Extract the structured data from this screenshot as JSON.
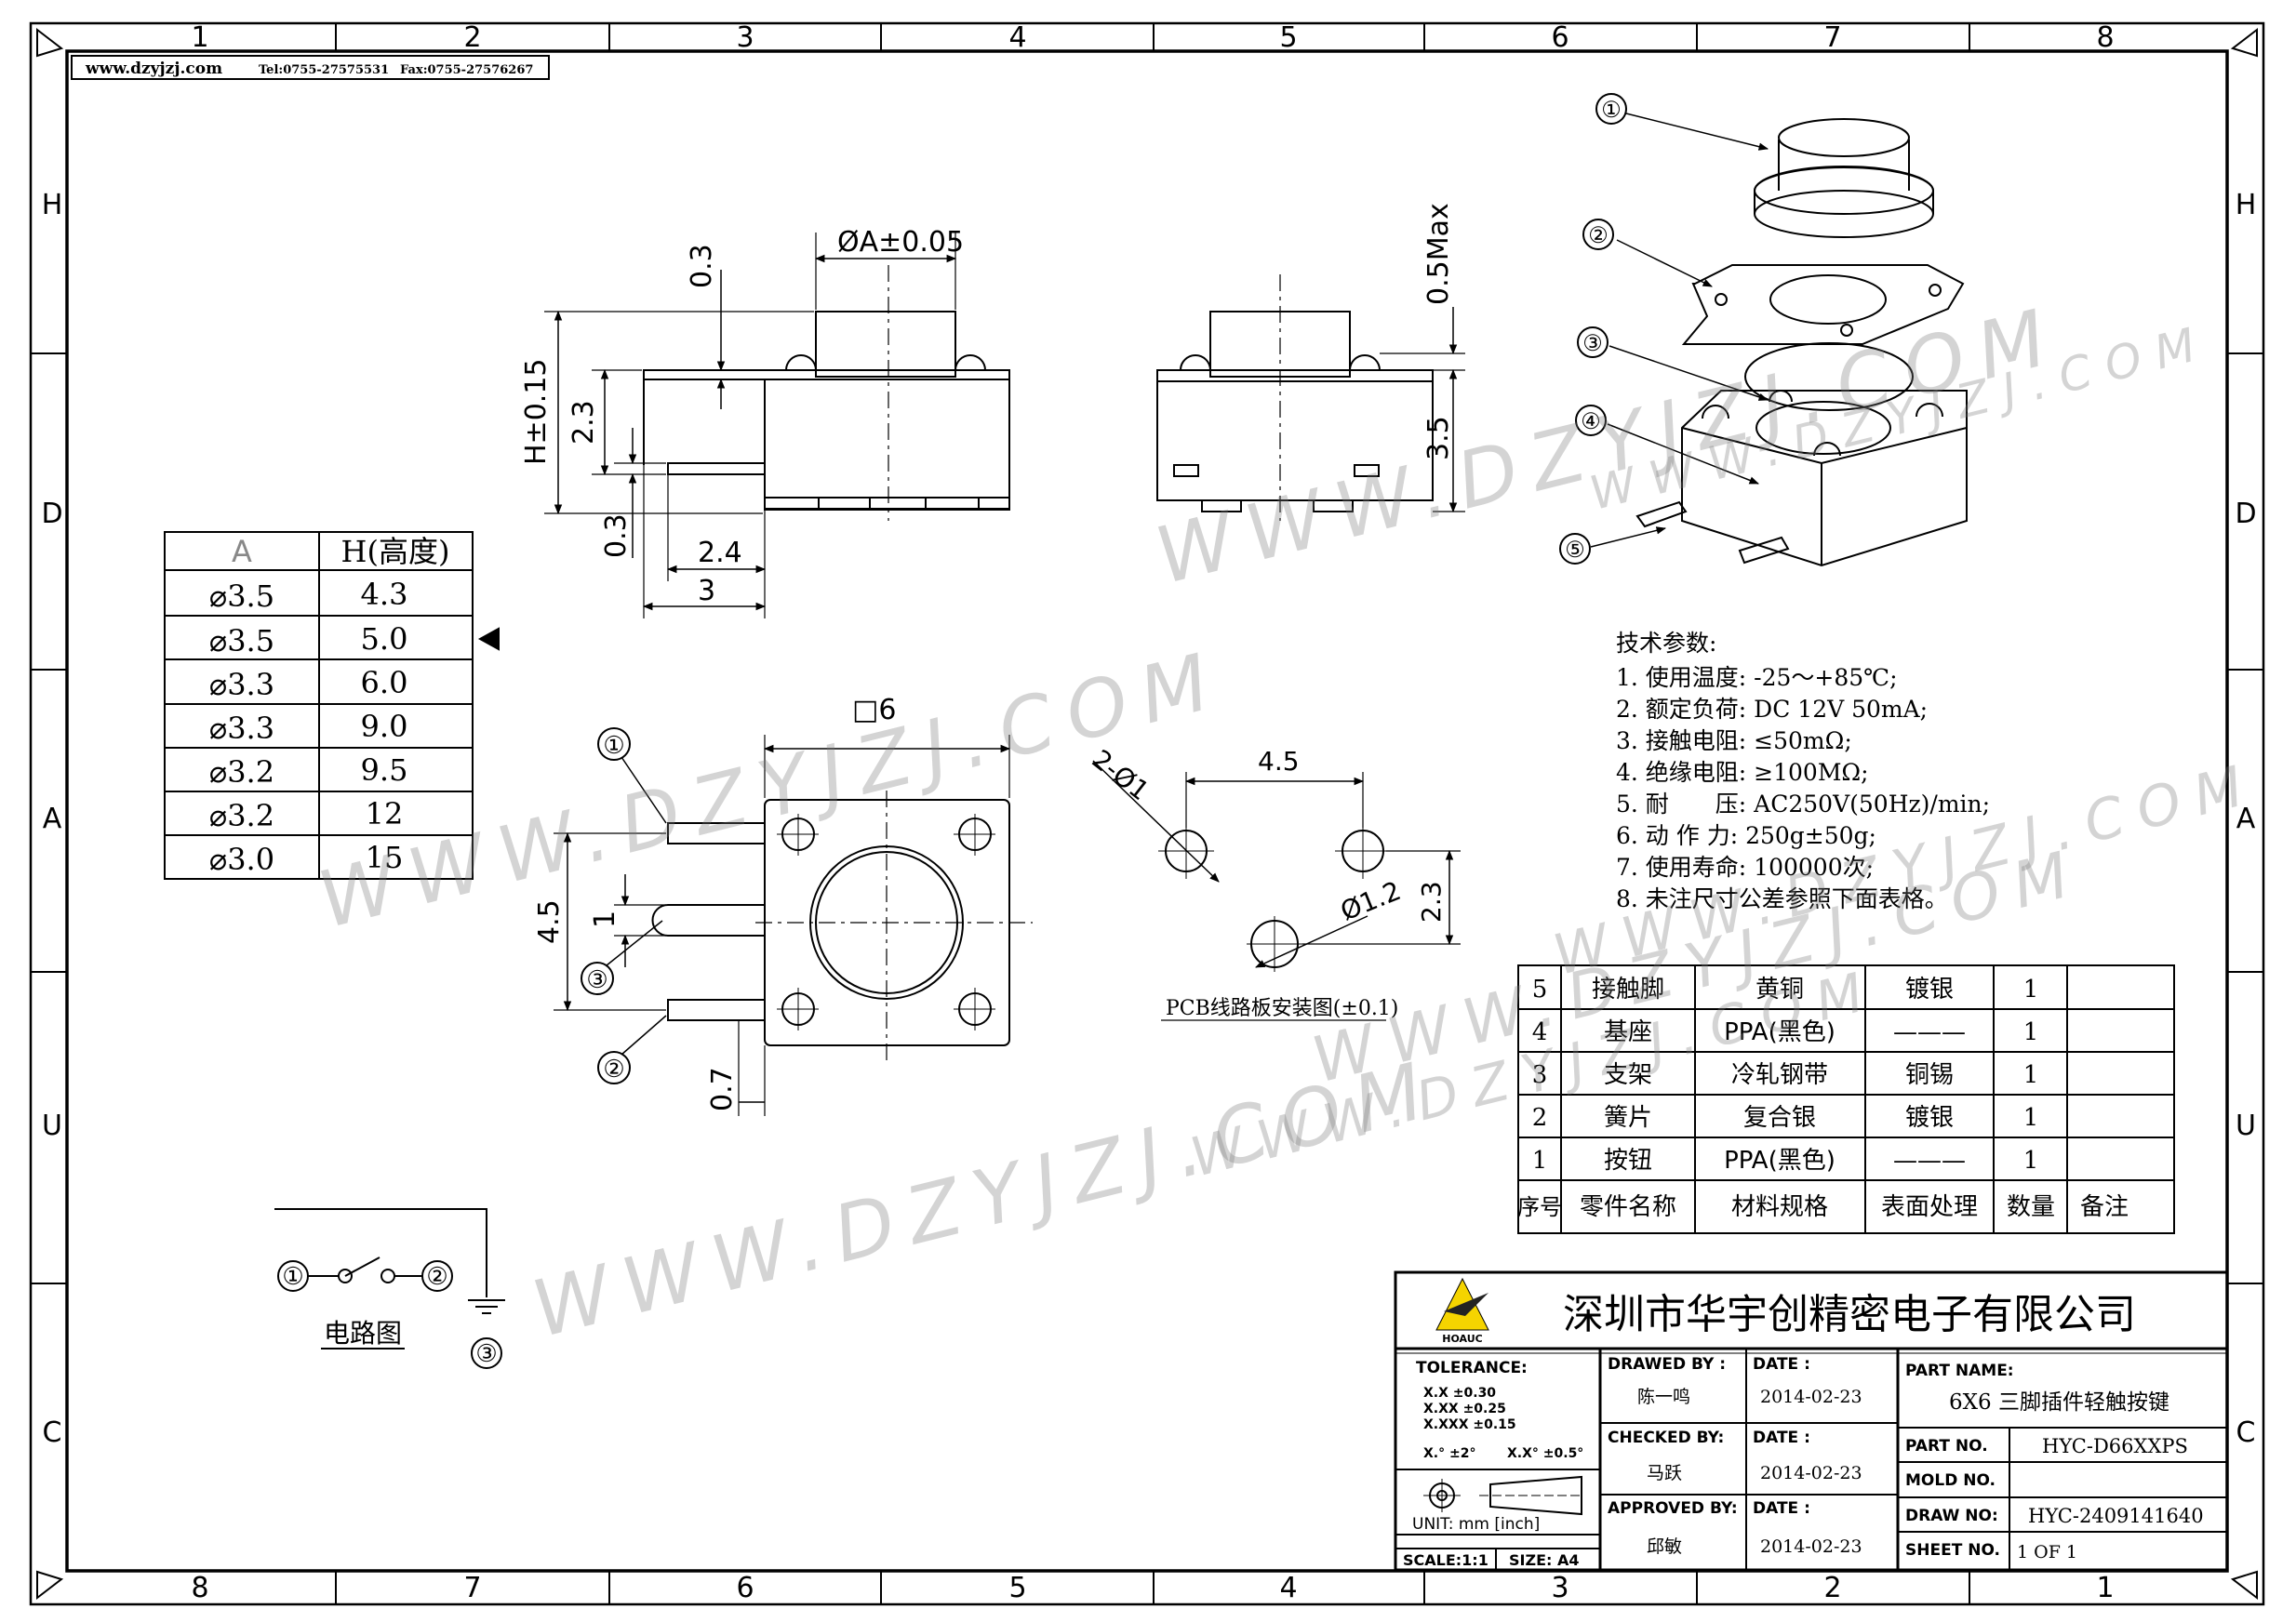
{
  "header": {
    "website": "www.dzyjzj.com",
    "phone": "Tel:0755-27575531",
    "fax": "Fax:0755-27576267"
  },
  "border": {
    "cols_top": [
      "1",
      "2",
      "3",
      "4",
      "5",
      "6",
      "7",
      "8"
    ],
    "cols_bottom": [
      "8",
      "7",
      "6",
      "5",
      "4",
      "3",
      "2",
      "1"
    ],
    "rows": [
      "H",
      "D",
      "A",
      "U",
      "C"
    ]
  },
  "watermark": [
    "WWW.DZYJZJ.COM",
    "WWW.DZYJZJ.COM",
    "WWW.DZYJZJ.COM",
    "WWW.DZYJZJ.COM",
    "WWW.DZYJZJ.COM",
    "WWW.DZYJZJ.COM",
    "WWW.DZYJZJ.COM"
  ],
  "front_view": {
    "dia": "ØA±0.05",
    "top": "0.3",
    "h": "H±0.15",
    "body": "2.3",
    "bottom": "0.3",
    "pin": "2.4",
    "len": "3"
  },
  "side_view": {
    "max": "0.5Max",
    "h": "3.5"
  },
  "top_view": {
    "size": "□6",
    "pitch": "4.5",
    "gap": "1",
    "pin": "0.7",
    "c1": "①",
    "c2": "②",
    "c3": "③"
  },
  "pcb": {
    "holes": "2-Ø1",
    "pitch": "4.5",
    "dia": "Ø1.2",
    "off": "2.3",
    "caption": "PCB线路板安装图(±0.1)"
  },
  "height_table": {
    "headers": [
      "A",
      "H(高度)"
    ],
    "rows": [
      [
        "⌀3.5",
        "4.3"
      ],
      [
        "⌀3.5",
        "5.0"
      ],
      [
        "⌀3.3",
        "6.0"
      ],
      [
        "⌀3.3",
        "9.0"
      ],
      [
        "⌀3.2",
        "9.5"
      ],
      [
        "⌀3.2",
        "12"
      ],
      [
        "⌀3.0",
        "15"
      ]
    ]
  },
  "exploded": {
    "c1": "①",
    "c2": "②",
    "c3": "③",
    "c4": "④",
    "c5": "⑤"
  },
  "specs": {
    "title": "技术参数:",
    "items": [
      "1. 使用温度: -25～+85℃;",
      "2. 额定负荷: DC 12V 50mA;",
      "3. 接触电阻: ≤50mΩ;",
      "4. 绝缘电阻: ≥100MΩ;",
      "5. 耐　　压: AC250V(50Hz)/min;",
      "6. 动 作 力: 250g±50g;",
      "7. 使用寿命: 100000次;",
      "8. 未注尺寸公差参照下面表格。"
    ]
  },
  "bom": {
    "rows": [
      [
        "5",
        "接触脚",
        "黄铜",
        "镀银",
        "1",
        ""
      ],
      [
        "4",
        "基座",
        "PPA(黑色)",
        "———",
        "1",
        ""
      ],
      [
        "3",
        "支架",
        "冷轧钢带",
        "铜锡",
        "1",
        ""
      ],
      [
        "2",
        "簧片",
        "复合银",
        "镀银",
        "1",
        ""
      ],
      [
        "1",
        "按钮",
        "PPA(黑色)",
        "———",
        "1",
        ""
      ]
    ],
    "headers": [
      "序号",
      "零件名称",
      "材料规格",
      "表面处理",
      "数量",
      "备注"
    ]
  },
  "circuit": {
    "n1": "①",
    "n2": "②",
    "n3": "③",
    "caption": "电路图"
  },
  "title_block": {
    "company": "深圳市华宇创精密电子有限公司",
    "logo": "HOAUC",
    "tolerance_label": "TOLERANCE:",
    "tol_rows": [
      "X.X      ±0.30",
      "X.XX    ±0.25",
      "X.XXX  ±0.15"
    ],
    "tol_ang1": "X.° ±2°",
    "tol_ang2": "X.X° ±0.5°",
    "unit": "UNIT:  mm  [inch]",
    "scale": "SCALE:1:1",
    "size": "SIZE: A4",
    "drawn_by": "DRAWED BY :",
    "drawn": "陈一鸣",
    "checked_by": "CHECKED BY:",
    "checked": "马跃",
    "approved_by": "APPROVED BY:",
    "approved": "邱敏",
    "date_label": "DATE :",
    "date1": "2014-02-23",
    "date2": "2014-02-23",
    "date3": "2014-02-23",
    "part_name_label": "PART NAME:",
    "part_name": "6X6 三脚插件轻触按键",
    "part_no_label": "PART NO.",
    "part_no": "HYC-D66XXPS",
    "mold_no_label": "MOLD NO.",
    "mold_no": "",
    "draw_no_label": "DRAW NO:",
    "draw_no": "HYC-2409141640",
    "sheet_no_label": "SHEET NO.",
    "sheet_no": "1 OF 1"
  }
}
